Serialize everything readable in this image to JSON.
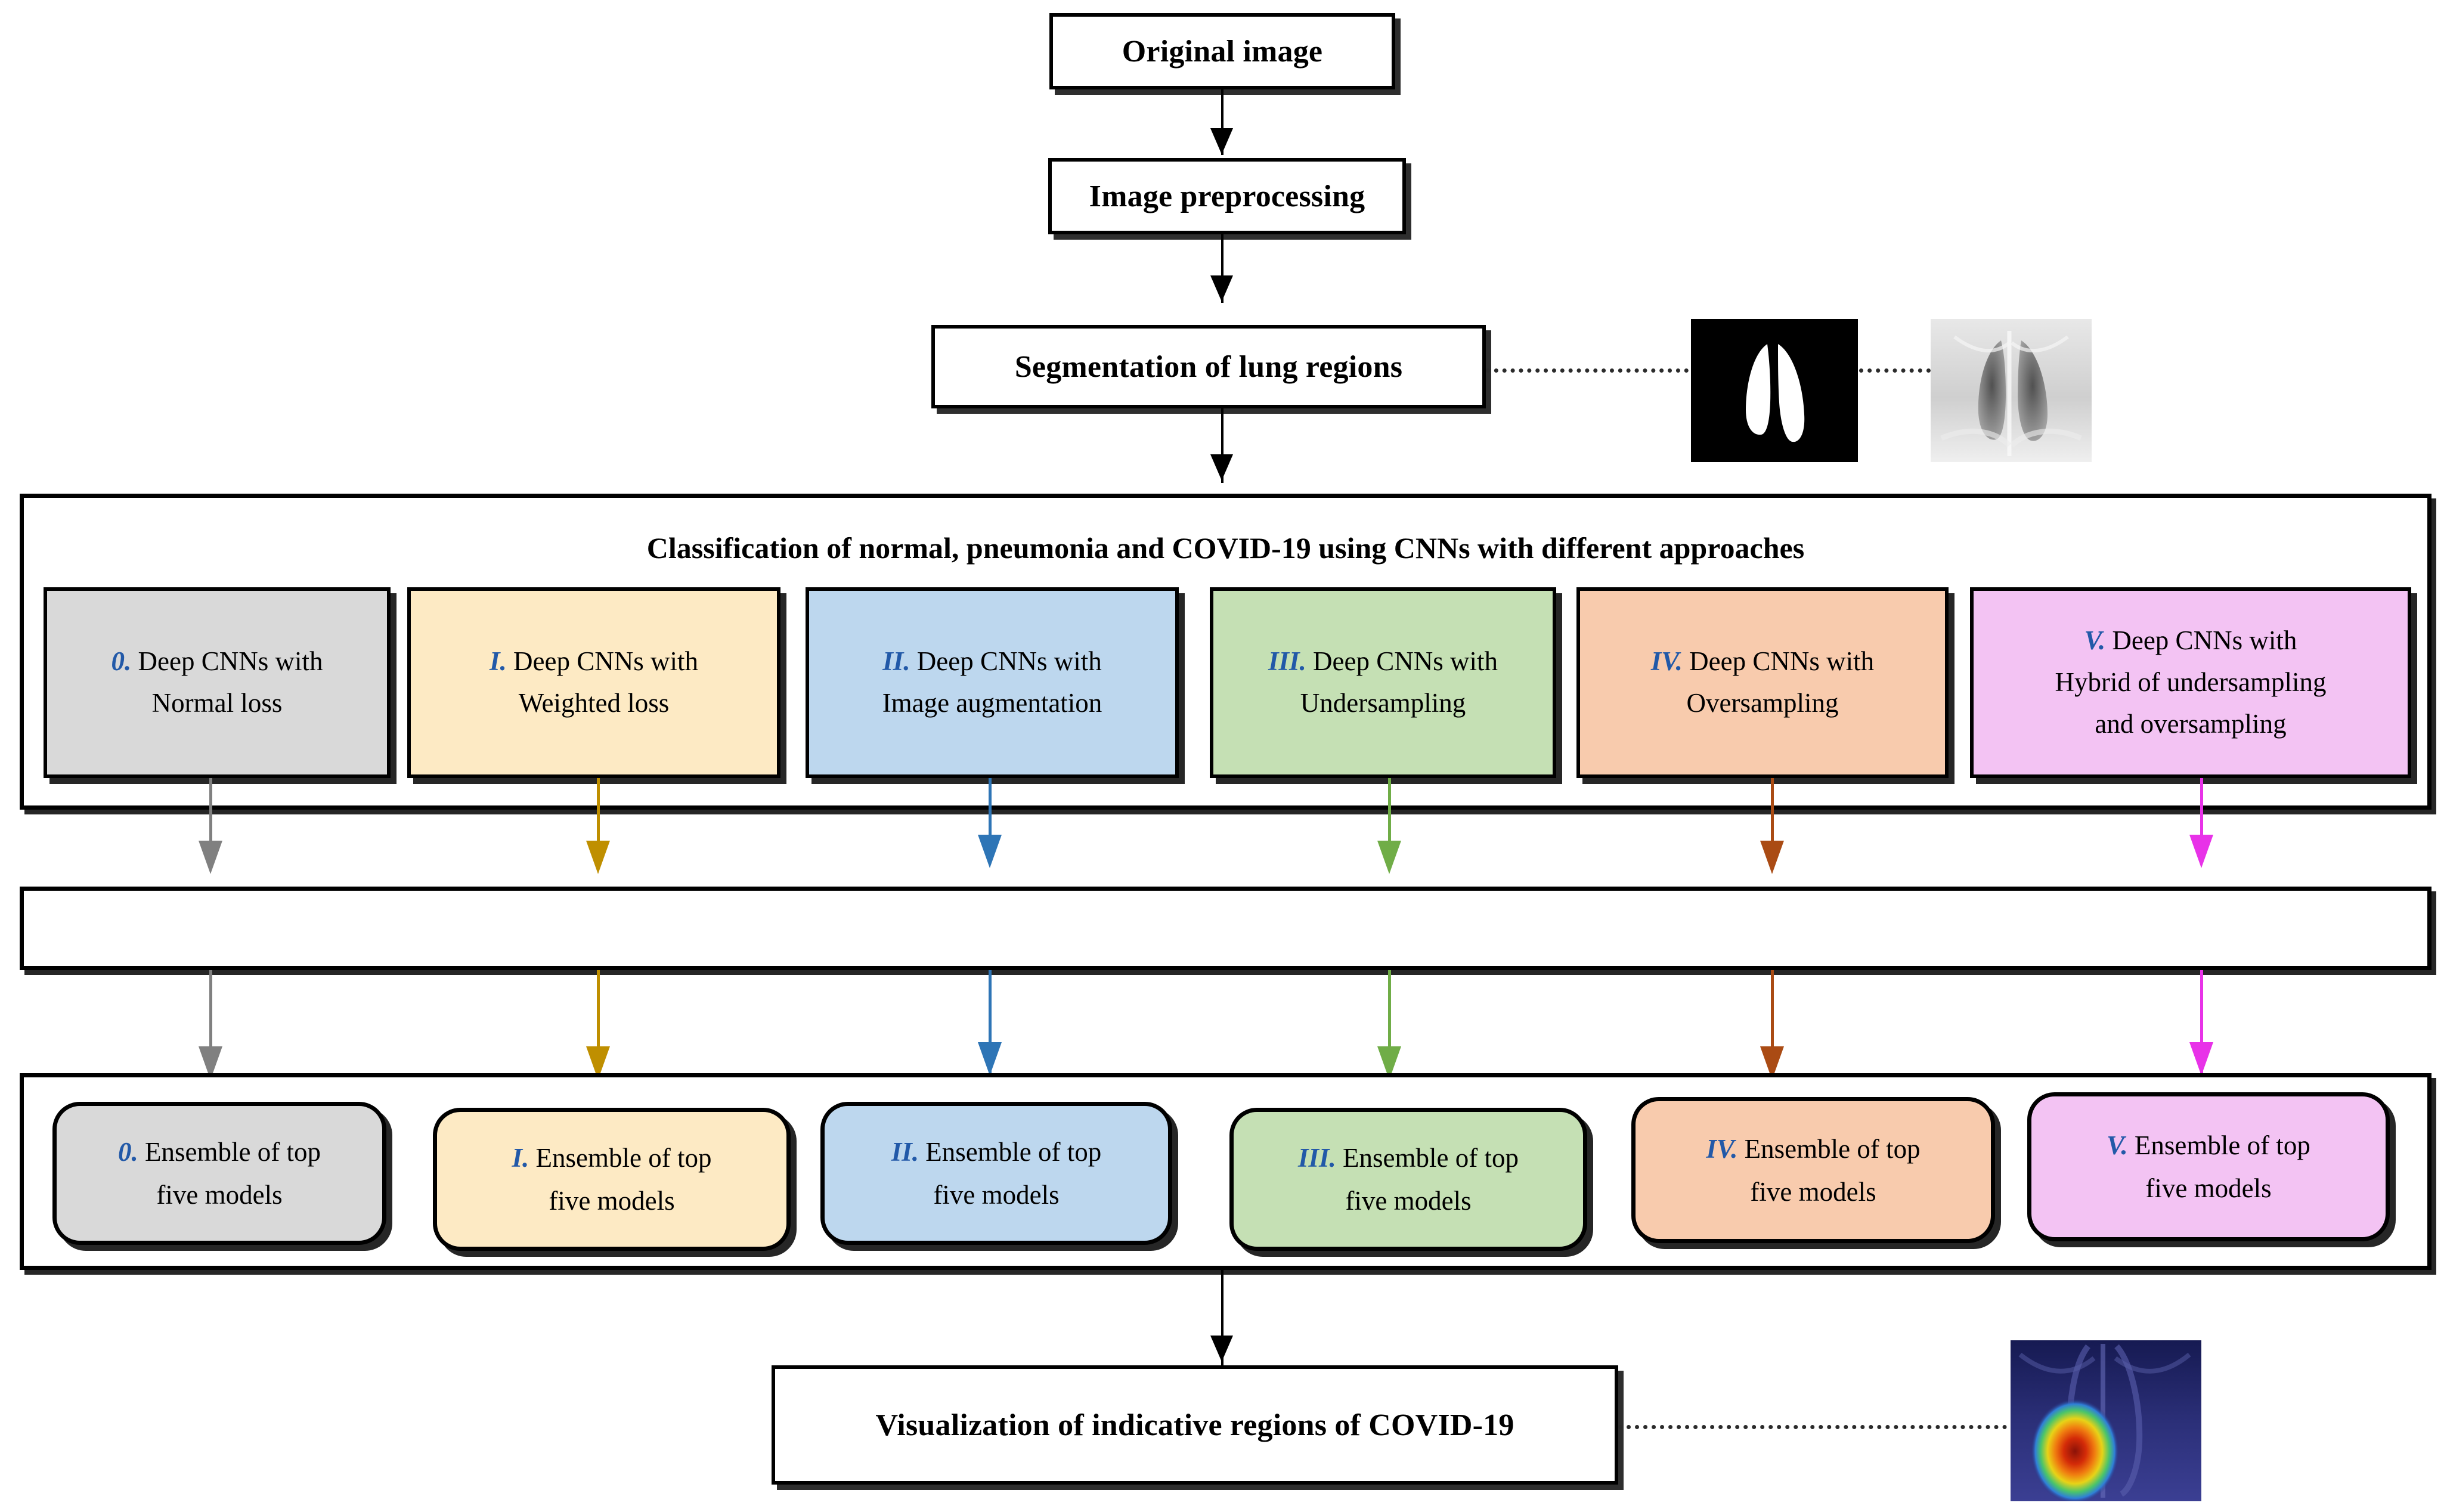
{
  "flow": {
    "original_image": "Original image",
    "preprocessing": "Image preprocessing",
    "segmentation": "Segmentation of lung regions",
    "visualization": "Visualization of indicative regions of COVID-19"
  },
  "classification": {
    "header": "Classification of normal, pneumonia and COVID-19 using CNNs with different approaches",
    "approaches": [
      {
        "numeral": "0.",
        "line1": "Deep CNNs with",
        "line2": "Normal  loss",
        "line3": "",
        "fill": "#d9d9d9",
        "arrow": "#808080"
      },
      {
        "numeral": "I.",
        "line1": "Deep CNNs with",
        "line2": "Weighted loss",
        "line3": "",
        "fill": "#fdeac4",
        "arrow": "#bf8f00"
      },
      {
        "numeral": "II.",
        "line1": "Deep CNNs with",
        "line2": "Image augmentation",
        "line3": "",
        "fill": "#bdd7ee",
        "arrow": "#2e75b6"
      },
      {
        "numeral": "III.",
        "line1": "Deep CNNs with",
        "line2": "Undersampling",
        "line3": "",
        "fill": "#c5e0b4",
        "arrow": "#70ad47"
      },
      {
        "numeral": "IV.",
        "line1": "Deep CNNs with",
        "line2": "Oversampling",
        "line3": "",
        "fill": "#f8cbad",
        "arrow": "#aa4b14"
      },
      {
        "numeral": "V.",
        "line1": "Deep CNNs with",
        "line2": "Hybrid of undersampling",
        "line3": "and oversampling",
        "fill": "#f3c3f3",
        "arrow": "#e832e8"
      }
    ]
  },
  "middle_band": {
    "label": ""
  },
  "ensembles": {
    "items": [
      {
        "numeral": "0.",
        "line1": "Ensemble of top",
        "line2": "five models",
        "fill": "#d9d9d9",
        "arrow": "#808080"
      },
      {
        "numeral": "I.",
        "line1": "Ensemble of top",
        "line2": "five models",
        "fill": "#fdeac4",
        "arrow": "#bf8f00"
      },
      {
        "numeral": "II.",
        "line1": "Ensemble of top",
        "line2": "five models",
        "fill": "#bdd7ee",
        "arrow": "#2e75b6"
      },
      {
        "numeral": "III.",
        "line1": "Ensemble of top",
        "line2": "five models",
        "fill": "#c5e0b4",
        "arrow": "#70ad47"
      },
      {
        "numeral": "IV.",
        "line1": "Ensemble of top",
        "line2": "five models",
        "fill": "#f8cbad",
        "arrow": "#aa4b14"
      },
      {
        "numeral": "V.",
        "line1": "Ensemble of top",
        "line2": "five models",
        "fill": "#f3c3f3",
        "arrow": "#e832e8"
      }
    ]
  },
  "images": {
    "lung_mask": "lung-segmentation-mask-image",
    "chest_xray": "chest-xray-image",
    "heatmap": "covid-gradcam-heatmap-image"
  },
  "colors": {
    "outline": "#000000",
    "grey": "#d9d9d9",
    "yellow": "#fdeac4",
    "blue": "#bdd7ee",
    "green": "#c5e0b4",
    "orange": "#f8cbad",
    "pink": "#f3c3f3"
  }
}
